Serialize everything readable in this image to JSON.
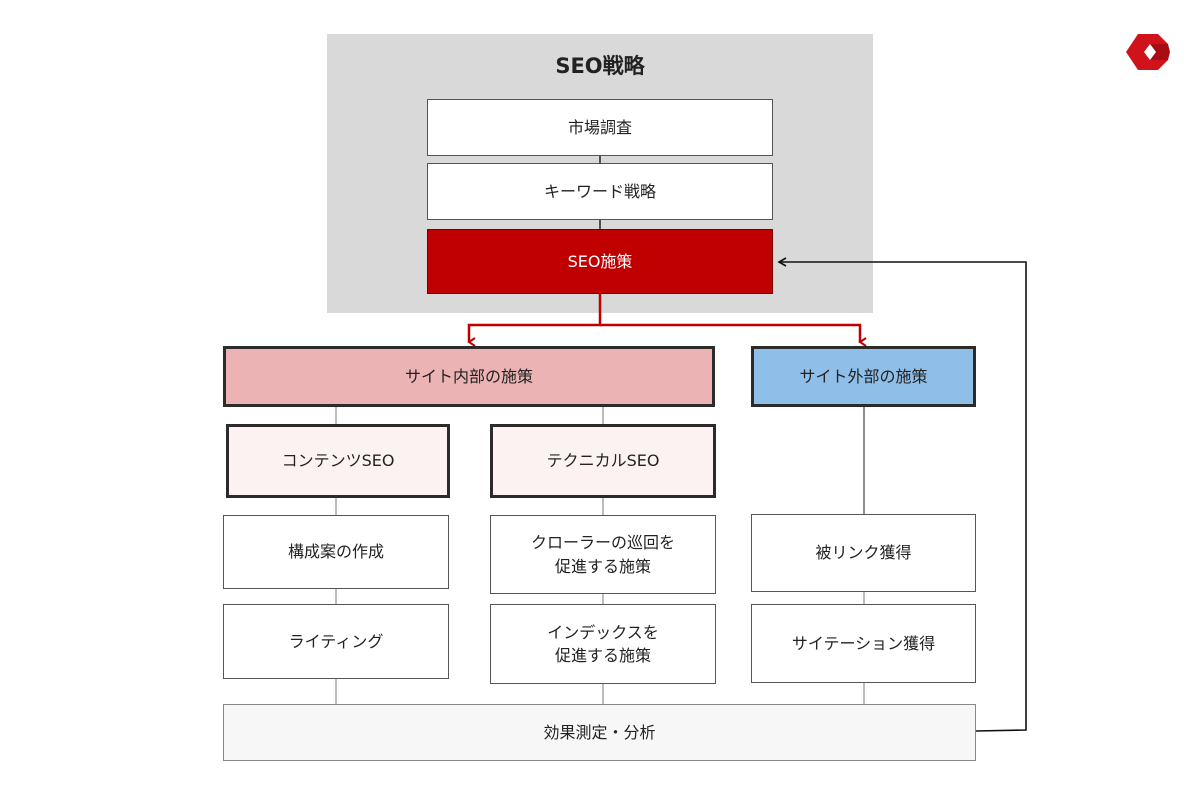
{
  "panel": {
    "title": "SEO戦略"
  },
  "strategy": {
    "market_research": "市場調査",
    "keyword_strategy": "キーワード戦略",
    "seo_measures": "SEO施策"
  },
  "internal": {
    "title": "サイト内部の施策",
    "content_seo": {
      "title": "コンテンツSEO",
      "items": [
        "構成案の作成",
        "ライティング"
      ]
    },
    "technical_seo": {
      "title": "テクニカルSEO",
      "items": [
        "クローラーの巡回を\n促進する施策",
        "インデックスを\n促進する施策"
      ]
    }
  },
  "external": {
    "title": "サイト外部の施策",
    "items": [
      "被リンク獲得",
      "サイテーション獲得"
    ]
  },
  "analysis": "効果測定・分析",
  "colors": {
    "accent_red": "#c00000",
    "internal_fill": "#ebb3b3",
    "external_fill": "#8fbfe8",
    "sub_fill": "#fdf2f2",
    "panel_gray": "#d9d9d9",
    "analysis_fill": "#f7f7f7"
  }
}
